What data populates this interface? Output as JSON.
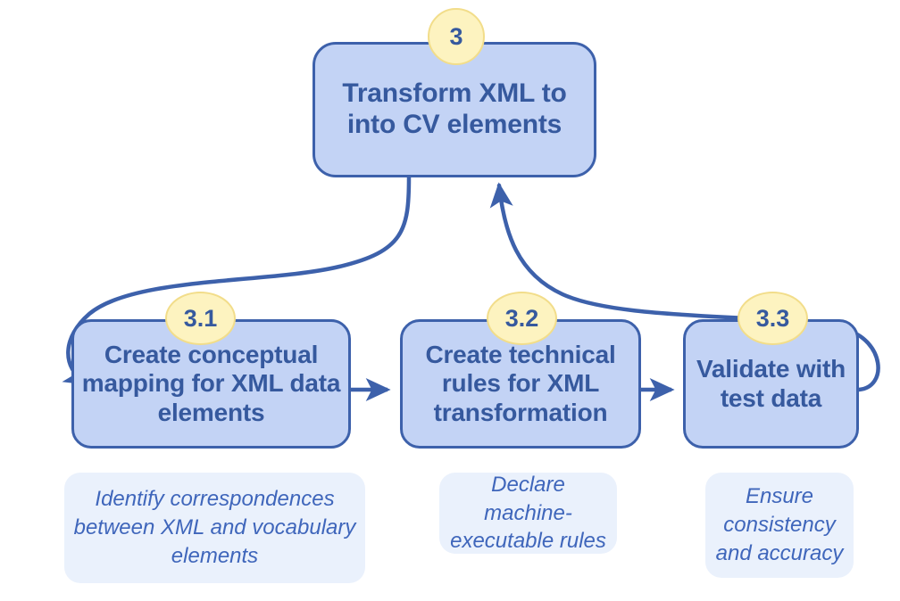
{
  "diagram": {
    "title": "Transform XML to into CV elements",
    "palette": {
      "node_fill": "#c3d3f5",
      "node_stroke": "#3d61ab",
      "node_text": "#36599e",
      "badge_fill": "#fdf3c0",
      "badge_stroke": "#f2dd8a",
      "caption_fill": "#eaf1fc",
      "caption_text": "#3f66bb",
      "connector": "#3d61ab",
      "background": "#ffffff"
    },
    "parent": {
      "badge": "3",
      "label": "Transform XML to into CV elements",
      "line1": "Transform XML to",
      "line2": "into CV elements"
    },
    "steps": [
      {
        "badge": "3.1",
        "label": "Create conceptual mapping for XML data elements",
        "caption": "Identify correspondences between XML and vocabulary elements"
      },
      {
        "badge": "3.2",
        "label": "Create technical rules for XML transformation",
        "caption": "Declare machine-executable rules"
      },
      {
        "badge": "3.3",
        "label": "Validate with test data",
        "caption": "Ensure consistency and accuracy"
      }
    ],
    "connectors": [
      {
        "name": "parent-to-step-1",
        "from": "parent",
        "to": "step-3.1",
        "style": "curved-arrow"
      },
      {
        "name": "step-1-to-step-2",
        "from": "step-3.1",
        "to": "step-3.2",
        "style": "straight-arrow"
      },
      {
        "name": "step-2-to-step-3",
        "from": "step-3.2",
        "to": "step-3.3",
        "style": "straight-arrow"
      },
      {
        "name": "step-3-to-parent",
        "from": "step-3.3",
        "to": "parent",
        "style": "curved-arrow"
      }
    ]
  }
}
